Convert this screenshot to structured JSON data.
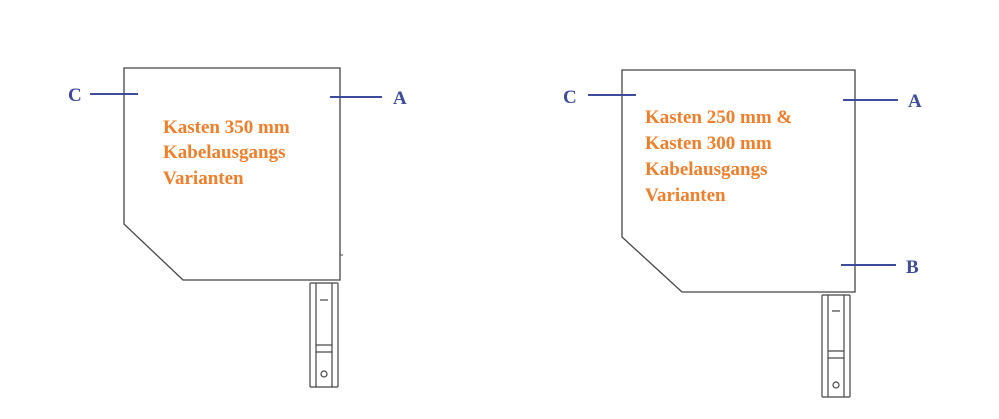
{
  "colors": {
    "outline": "#444444",
    "marker_line": "#3d4b9a",
    "marker_text": "#3d4b9a",
    "box_text": "#f07e2a"
  },
  "left_box": {
    "text_lines": [
      "Kasten 350 mm",
      "Kabelausgangs",
      "Varianten"
    ],
    "markers": {
      "c": "C",
      "a": "A"
    }
  },
  "right_box": {
    "text_lines": [
      "Kasten 250 mm &",
      "Kasten 300 mm",
      "Kabelausgangs",
      "Varianten"
    ],
    "markers": {
      "c": "C",
      "a": "A",
      "b": "B"
    }
  }
}
